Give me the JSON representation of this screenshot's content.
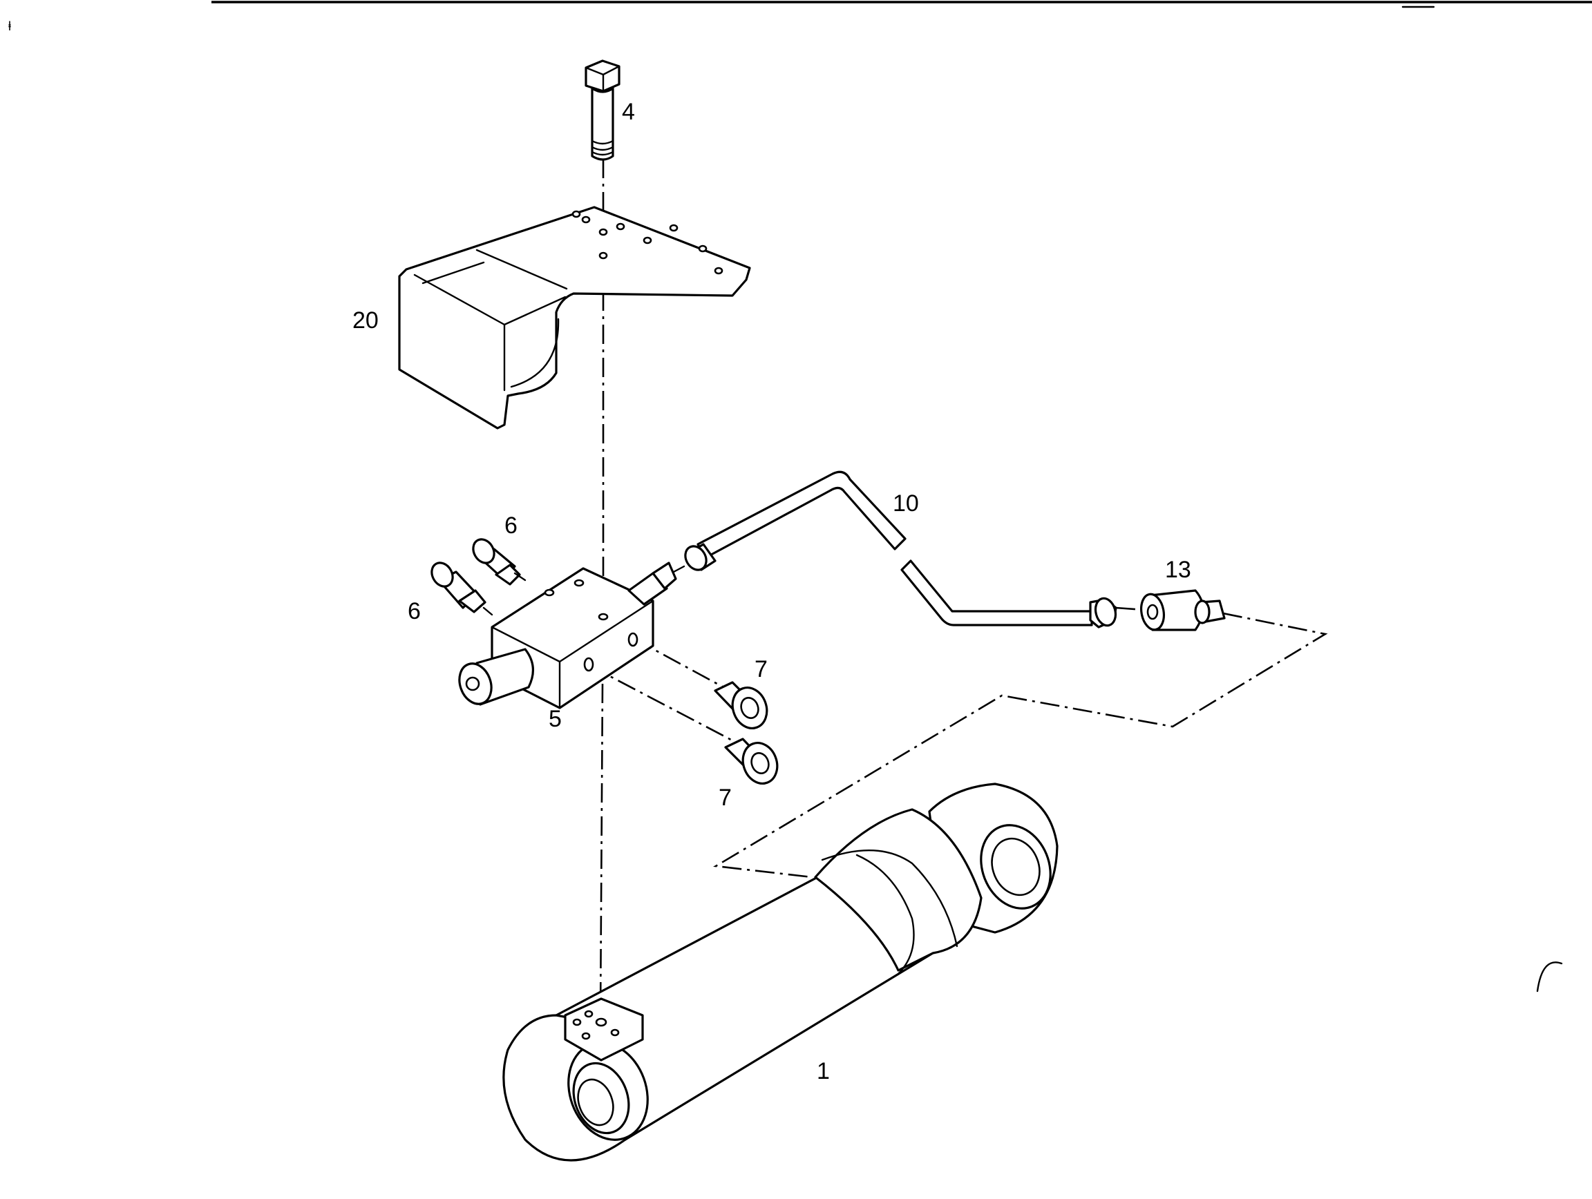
{
  "diagram": {
    "callouts": {
      "bolt": "4",
      "bracket": "20",
      "pipe": "10",
      "fitting_top": "6",
      "fitting_left": "6",
      "connector": "13",
      "plug_upper": "7",
      "plug_lower": "7",
      "valve_block": "5",
      "cylinder": "1"
    },
    "corner_mark": "ⱡ",
    "colors": {
      "line": "#000000",
      "background": "#ffffff"
    }
  }
}
